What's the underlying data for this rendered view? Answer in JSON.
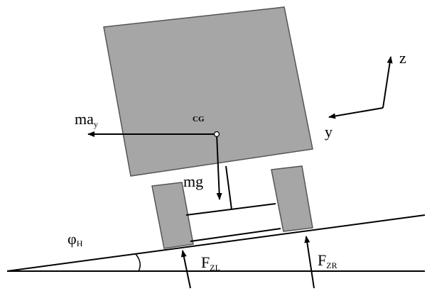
{
  "colors": {
    "body_fill": "#a6a6a6",
    "body_stroke": "#555555",
    "line": "#000000",
    "background": "#ffffff"
  },
  "labels": {
    "cg": "CG",
    "ma": "ma",
    "ma_sub": "y",
    "mg": "mg",
    "z": "z",
    "y": "y",
    "phi": "φ",
    "phi_sub": "H",
    "fzl": "F",
    "fzl_sub": "ZL",
    "fzr": "F",
    "fzr_sub": "ZR"
  }
}
